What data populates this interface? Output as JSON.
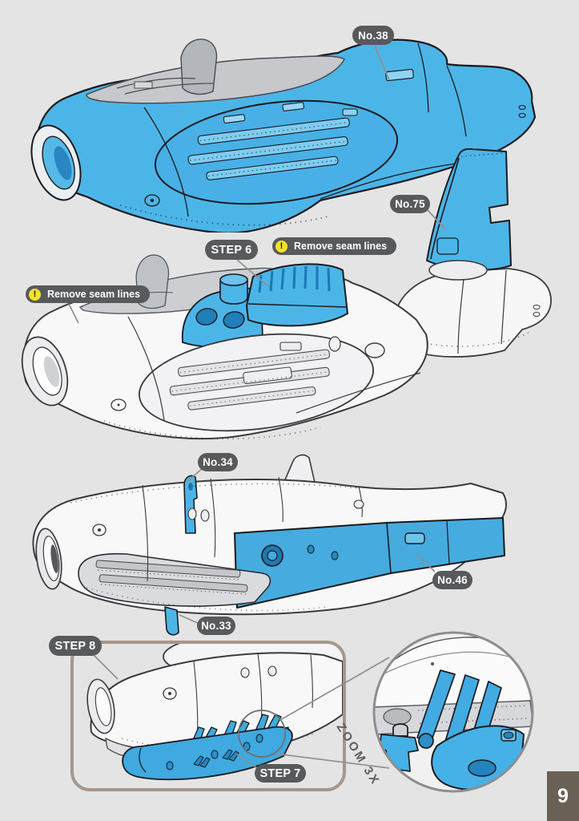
{
  "page": {
    "number": "9"
  },
  "steps": {
    "step6": "STEP 6",
    "step7": "STEP 7",
    "step8": "STEP 8"
  },
  "part_labels": {
    "no38": "No.38",
    "no75": "No.75",
    "no34": "No.34",
    "no46": "No.46",
    "no33": "No.33"
  },
  "warnings": [
    {
      "icon": "!",
      "text": "Remove seam lines"
    },
    {
      "icon": "!",
      "text": "Remove seam lines"
    }
  ],
  "zoom": {
    "label": "ZOOM 3X",
    "magnification": "3X"
  },
  "colors": {
    "part_blue": "#4cb5e8",
    "part_blue_dark": "#2488c4",
    "pill_grey": "#58595b",
    "warning_yellow": "#f3e32a",
    "frame_taupe": "#a6978a",
    "page_tab_brown": "#6b6055",
    "background": "#e4e4e5",
    "outline_dark": "#1a1a1d",
    "outline_grey": "#3b3b3f"
  }
}
